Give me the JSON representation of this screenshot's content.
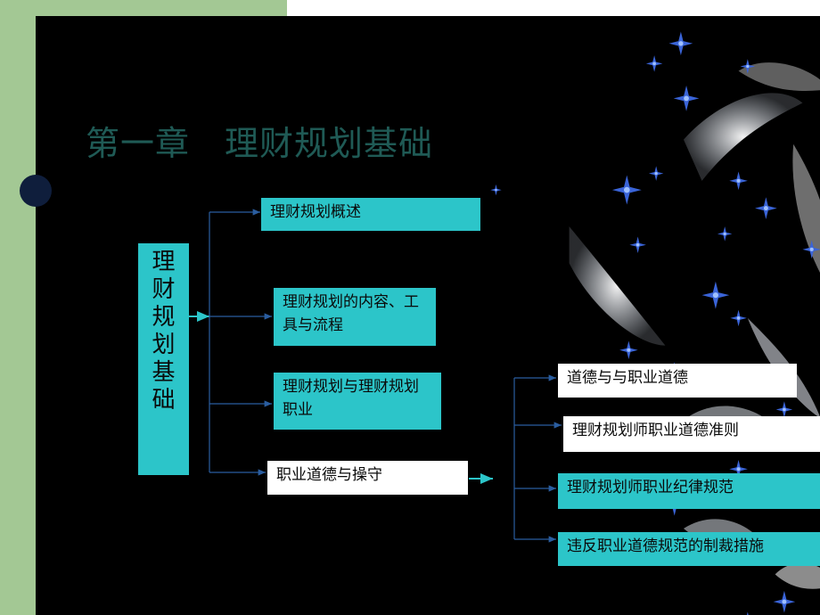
{
  "title": "第一章　理财规划基础",
  "root": {
    "chars": [
      "理",
      "财",
      "规",
      "划",
      "基",
      "础"
    ]
  },
  "level1": [
    {
      "text": "理财规划概述"
    },
    {
      "text": "理财规划的内容、工具与流程"
    },
    {
      "text": "理财规划与理财规划职业"
    },
    {
      "text": "职业道德与操守"
    }
  ],
  "level2": [
    {
      "text": "道德与与职业道德"
    },
    {
      "text": "理财规划师职业道德准则"
    },
    {
      "text": "理财规划师职业纪律规范"
    },
    {
      "text": "违反职业道德规范的制裁措施"
    }
  ],
  "colors": {
    "accent": "#2cc5c9",
    "title": "#1f5a55",
    "connector": "#2a5d9f",
    "background": "#000000",
    "frame": "#a3c894"
  }
}
